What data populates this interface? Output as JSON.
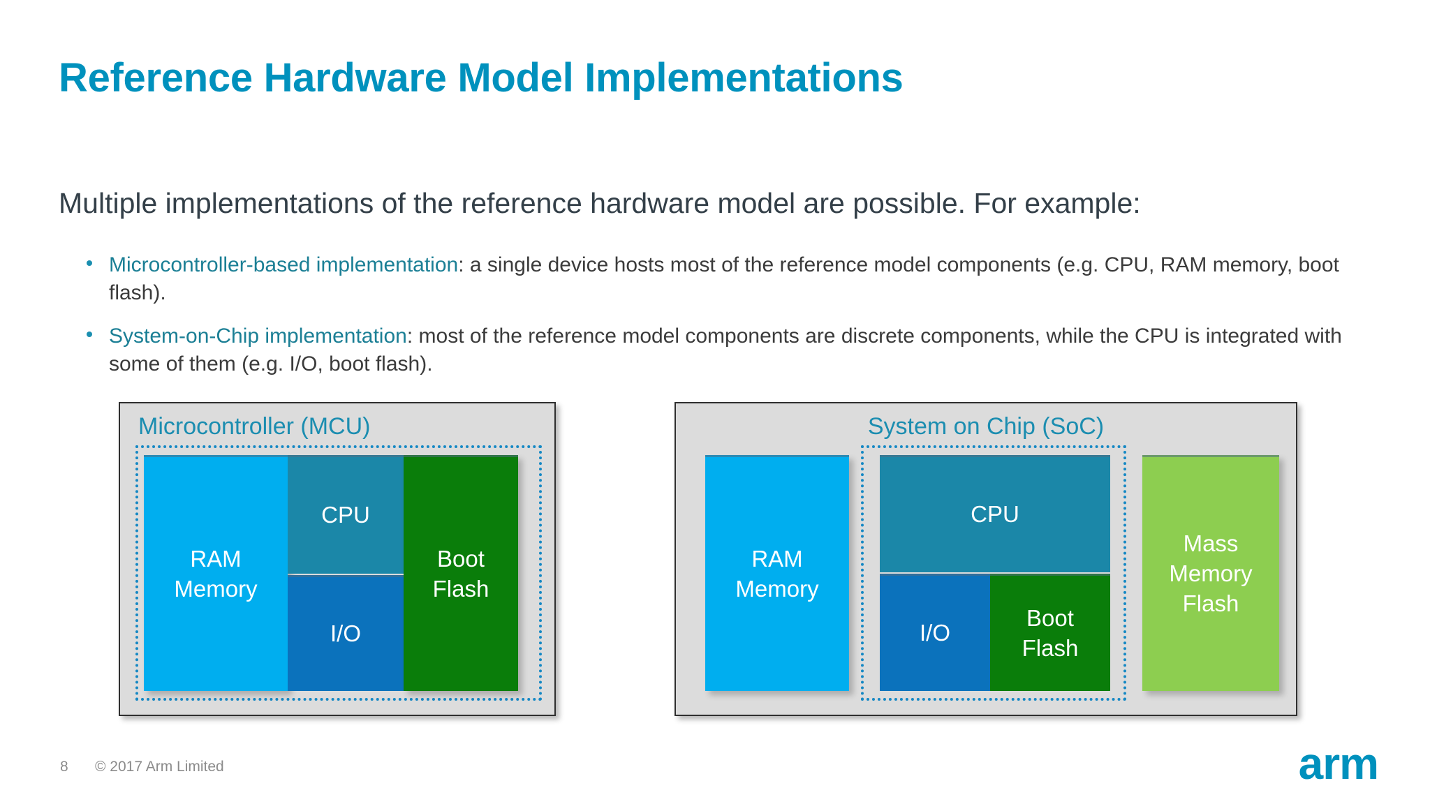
{
  "slide": {
    "title": "Reference Hardware Model Implementations",
    "lead": "Multiple implementations of the reference hardware model are possible.  For example:",
    "bullets": [
      {
        "lead": "Microcontroller-based implementation",
        "rest": ":  a single device hosts most of the reference model components (e.g. CPU, RAM memory, boot flash)."
      },
      {
        "lead": "System-on-Chip implementation",
        "rest": ":  most of the reference model components are discrete components, while the CPU is integrated with some of them (e.g. I/O, boot flash)."
      }
    ]
  },
  "diagrams": {
    "mcu": {
      "title": "Microcontroller (MCU)",
      "blocks": {
        "ram": {
          "line1": "RAM",
          "line2": "Memory",
          "color": "#00AEEF"
        },
        "cpu": {
          "line1": "CPU",
          "color": "#1B87A8"
        },
        "io": {
          "line1": "I/O",
          "color": "#0B72BC"
        },
        "boot_flash": {
          "line1": "Boot",
          "line2": "Flash",
          "color": "#0A7D0A"
        }
      }
    },
    "soc": {
      "title": "System on Chip (SoC)",
      "blocks": {
        "ram": {
          "line1": "RAM",
          "line2": "Memory",
          "color": "#00AEEF"
        },
        "cpu": {
          "line1": "CPU",
          "color": "#1B87A8"
        },
        "io": {
          "line1": "I/O",
          "color": "#0B72BC"
        },
        "boot_flash": {
          "line1": "Boot",
          "line2": "Flash",
          "color": "#0A7D0A"
        },
        "mass_memory": {
          "line1": "Mass",
          "line2": "Memory",
          "line3": "Flash",
          "color": "#8DCE50"
        }
      }
    }
  },
  "footer": {
    "page_number": "8",
    "copyright": "© 2017 Arm Limited",
    "logo": "arm"
  },
  "colors": {
    "title_blue": "#0091BD",
    "accent_teal": "#1B7F95",
    "body_text": "#3b3b3b",
    "chip_container": "#dcdcdc",
    "dotted_border": "#1588C4"
  }
}
